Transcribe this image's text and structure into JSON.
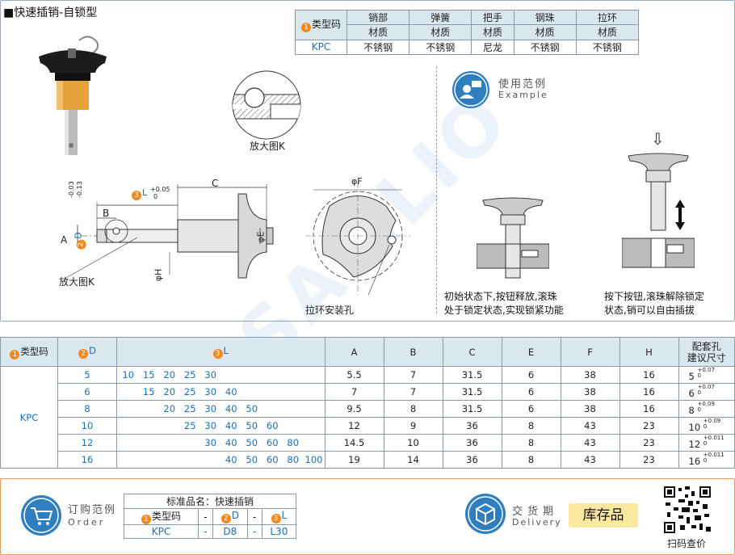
{
  "title": "■快速插销-自锁型",
  "spec_table": {
    "type_code_label": "类型码",
    "type_code_num": "1",
    "columns": [
      {
        "name": "销部",
        "sub": "材质",
        "value": "不锈钢"
      },
      {
        "name": "弹簧",
        "sub": "材质",
        "value": "不锈钢"
      },
      {
        "name": "把手",
        "sub": "材质",
        "value": "尼龙"
      },
      {
        "name": "钢珠",
        "sub": "材质",
        "value": "不锈钢"
      },
      {
        "name": "拉环",
        "sub": "材质",
        "value": "不锈钢"
      }
    ],
    "type_code_value": "KPC"
  },
  "drawing": {
    "zoom_label": "放大图K",
    "zoom_label_2": "放大图K",
    "dim_C": "C",
    "dim_B": "B",
    "dim_A": "A",
    "dim_D": "D",
    "dim_L": "L",
    "dim_L_tol_upper": "+0.05",
    "dim_L_tol_lower": "0",
    "dim_D_tol_upper": "-0.03",
    "dim_D_tol_lower": "-0.13",
    "dim_E": "φE",
    "dim_H": "φH",
    "dim_F": "φF",
    "ring_hole_label": "拉环安装孔"
  },
  "example": {
    "title_cn": "使用范例",
    "title_en": "Example",
    "caption_left_1": "初始状态下,按钮释放,滚珠",
    "caption_left_2": "处于锁定状态,实现锁紧功能",
    "caption_right_1": "按下按钮,滚珠解除锁定",
    "caption_right_2": "状态,销可以自由插拔"
  },
  "main_table": {
    "headers": {
      "type_code": "类型码",
      "D": "D",
      "L": "L",
      "A": "A",
      "B": "B",
      "C": "C",
      "E": "E",
      "F": "F",
      "H": "H",
      "hole_1": "配套孔",
      "hole_2": "建议尺寸"
    },
    "type_value": "KPC",
    "rows": [
      {
        "D": "5",
        "L": [
          "10",
          "15",
          "20",
          "25",
          "30",
          "",
          "",
          "",
          ""
        ],
        "A": "5.5",
        "B": "7",
        "C": "31.5",
        "E": "6",
        "F": "38",
        "H": "16",
        "hole": "5",
        "tol_u": "+0.07",
        "tol_l": "0"
      },
      {
        "D": "6",
        "L": [
          "",
          "15",
          "20",
          "25",
          "30",
          "40",
          "",
          "",
          ""
        ],
        "A": "7",
        "B": "7",
        "C": "31.5",
        "E": "6",
        "F": "38",
        "H": "16",
        "hole": "6",
        "tol_u": "+0.07",
        "tol_l": "0"
      },
      {
        "D": "8",
        "L": [
          "",
          "",
          "20",
          "25",
          "30",
          "40",
          "50",
          "",
          ""
        ],
        "A": "9.5",
        "B": "8",
        "C": "31.5",
        "E": "6",
        "F": "38",
        "H": "16",
        "hole": "8",
        "tol_u": "+0.09",
        "tol_l": "0"
      },
      {
        "D": "10",
        "L": [
          "",
          "",
          "",
          "25",
          "30",
          "40",
          "50",
          "60",
          ""
        ],
        "A": "12",
        "B": "9",
        "C": "36",
        "E": "8",
        "F": "43",
        "H": "23",
        "hole": "10",
        "tol_u": "+0.09",
        "tol_l": "0"
      },
      {
        "D": "12",
        "L": [
          "",
          "",
          "",
          "",
          "30",
          "40",
          "50",
          "60",
          "80"
        ],
        "A": "14.5",
        "B": "10",
        "C": "36",
        "E": "8",
        "F": "43",
        "H": "23",
        "hole": "12",
        "tol_u": "+0.011",
        "tol_l": "0"
      },
      {
        "D": "16",
        "L": [
          "",
          "",
          "",
          "",
          "",
          "40",
          "50",
          "60",
          "80",
          "100"
        ],
        "A": "19",
        "B": "14",
        "C": "36",
        "E": "8",
        "F": "43",
        "H": "23",
        "hole": "16",
        "tol_u": "+0.011",
        "tol_l": "0"
      }
    ]
  },
  "order": {
    "title_cn": "订购范例",
    "title_en": "Order",
    "std_name": "标准品名：快速插销",
    "h_type": "类型码",
    "h_D": "D",
    "h_L": "L",
    "dash": "-",
    "v_type": "KPC",
    "v_D": "D8",
    "v_L": "L30"
  },
  "delivery": {
    "title_cn": "交货期",
    "title_en": "Delivery",
    "badge": "库存品"
  },
  "qr_label": "扫码查价",
  "watermark": "SAMLIO"
}
